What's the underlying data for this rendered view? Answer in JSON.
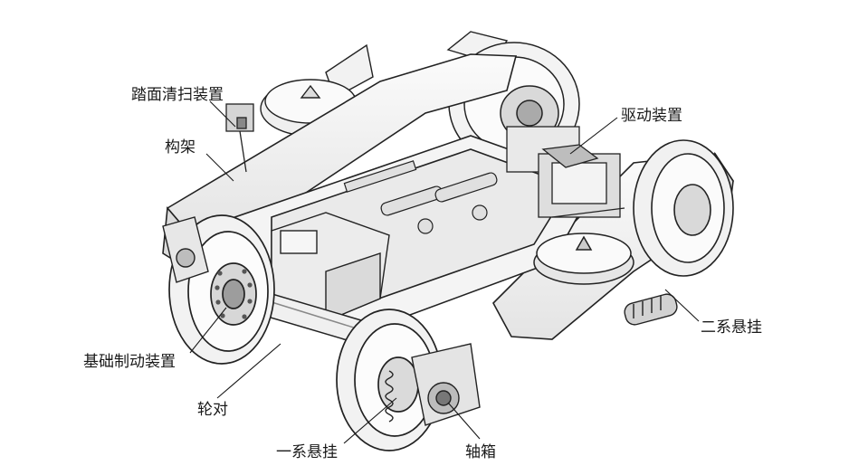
{
  "labels": {
    "tread_cleaner": "踏面清扫装置",
    "frame": "构架",
    "drive_unit": "驱动装置",
    "secondary_suspension": "二系悬挂",
    "foundation_brake": "基础制动装置",
    "wheelset": "轮对",
    "primary_suspension": "一系悬挂",
    "axle_box": "轴箱"
  },
  "colors": {
    "ink": "#222222",
    "fill": "#f7f7f7",
    "shade": "#cfcfcf",
    "dark": "#555555"
  }
}
